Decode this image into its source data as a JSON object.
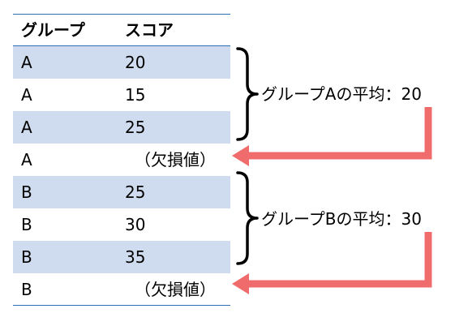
{
  "table": {
    "headers": [
      "グループ",
      "スコア"
    ],
    "rows": [
      {
        "group": "A",
        "score": "20",
        "shaded": true
      },
      {
        "group": "A",
        "score": "15",
        "shaded": false
      },
      {
        "group": "A",
        "score": "25",
        "shaded": true
      },
      {
        "group": "A",
        "score": "（欠損値）",
        "shaded": false
      },
      {
        "group": "B",
        "score": "25",
        "shaded": true
      },
      {
        "group": "B",
        "score": "30",
        "shaded": false
      },
      {
        "group": "B",
        "score": "35",
        "shaded": true
      },
      {
        "group": "B",
        "score": "（欠損値）",
        "shaded": false
      }
    ]
  },
  "annotations": {
    "group_a_mean": "グループAの平均：20",
    "group_b_mean": "グループBの平均：30"
  },
  "colors": {
    "row_shade": "#cfdcef",
    "rule_line": "#2e6eb5",
    "arrow": "#f06c6c",
    "bracket": "#000000"
  }
}
